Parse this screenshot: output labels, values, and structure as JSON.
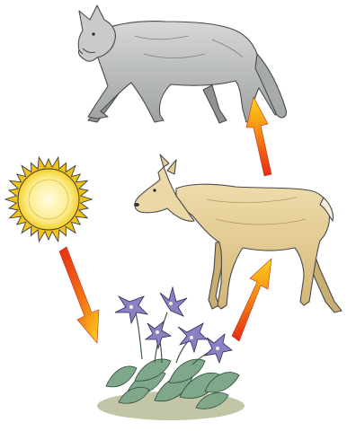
{
  "diagram": {
    "type": "food-chain",
    "nodes": [
      {
        "id": "sun",
        "icon": "sun-icon"
      },
      {
        "id": "plant",
        "icon": "columbine-plant-icon"
      },
      {
        "id": "deer",
        "icon": "deer-icon"
      },
      {
        "id": "wolf",
        "icon": "wolf-icon"
      }
    ],
    "arrows": [
      {
        "from": "sun",
        "to": "plant"
      },
      {
        "from": "plant",
        "to": "deer"
      },
      {
        "from": "deer",
        "to": "wolf"
      }
    ],
    "colors": {
      "sun_fill": "#f7e98a",
      "sun_ray": "#f2c21b",
      "arrow_start": "#e52b14",
      "arrow_end": "#ffd21a",
      "wolf_fur": "#b9bcbc",
      "deer_fur": "#e6cf98",
      "flower": "#8a80c4",
      "leaf": "#7fa88a"
    }
  }
}
